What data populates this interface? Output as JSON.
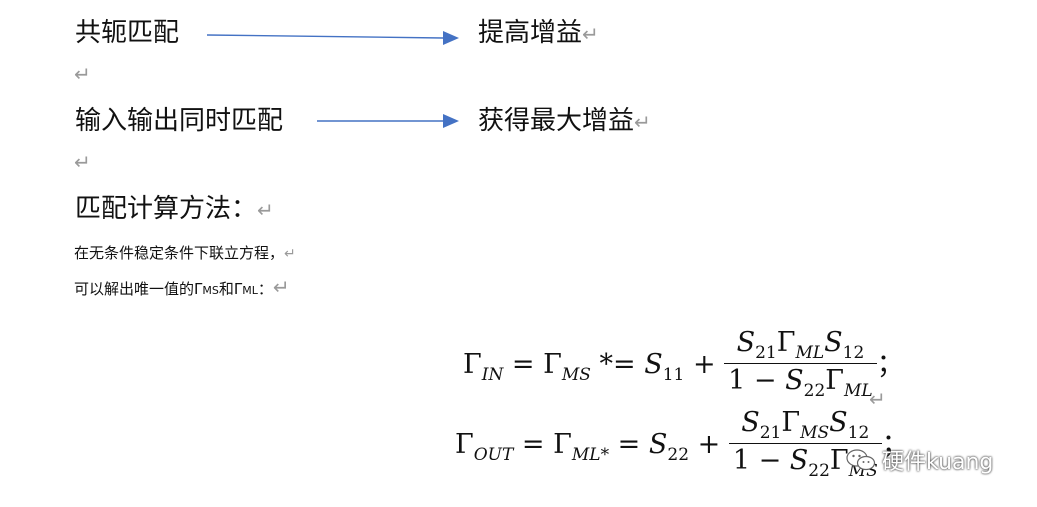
{
  "row1": {
    "left": "共轭匹配",
    "right": "提高增益"
  },
  "row2": {
    "left": "输入输出同时匹配",
    "right": "获得最大增益"
  },
  "heading": "匹配计算方法：",
  "line1": "在无条件稳定条件下联立方程，",
  "line2_prefix": "可以解出唯一值的",
  "line2_g1": "Γ",
  "line2_g1_sub": "MS",
  "line2_and": "和",
  "line2_g2": "Γ",
  "line2_g2_sub": "ML",
  "line2_suffix": "：",
  "return_mark": "↵",
  "eq1": {
    "g_in": "Γ",
    "g_in_sub": "IN",
    "eq": " = ",
    "g_ms": "Γ",
    "g_ms_sub": "MS",
    "conj": " *= ",
    "s11": "S",
    "s11_sub": "11",
    "plus": " + ",
    "num_s21": "S",
    "num_s21_sub": "21",
    "num_g": "Γ",
    "num_g_sub": "ML",
    "num_s12": "S",
    "num_s12_sub": "12",
    "den_one": "1 − ",
    "den_s22": "S",
    "den_s22_sub": "22",
    "den_g": "Γ",
    "den_g_sub": "ML",
    "end": "；"
  },
  "eq2": {
    "g_out": "Γ",
    "g_out_sub": "OUT",
    "eq": " = ",
    "g_ml": "Γ",
    "g_ml_sub": "ML*",
    "eq2": " = ",
    "s22": "S",
    "s22_sub": "22",
    "plus": " + ",
    "num_s21": "S",
    "num_s21_sub": "21",
    "num_g": "Γ",
    "num_g_sub": "MS",
    "num_s12": "S",
    "num_s12_sub": "12",
    "den_one": "1 − ",
    "den_s22": "S",
    "den_s22_sub": "22",
    "den_g": "Γ",
    "den_g_sub": "MS",
    "end": "；"
  },
  "watermark": {
    "text": "硬件kuang",
    "icon": "wechat-icon"
  },
  "colors": {
    "arrow": "#4472c4",
    "return_mark": "#9a9a9a"
  }
}
